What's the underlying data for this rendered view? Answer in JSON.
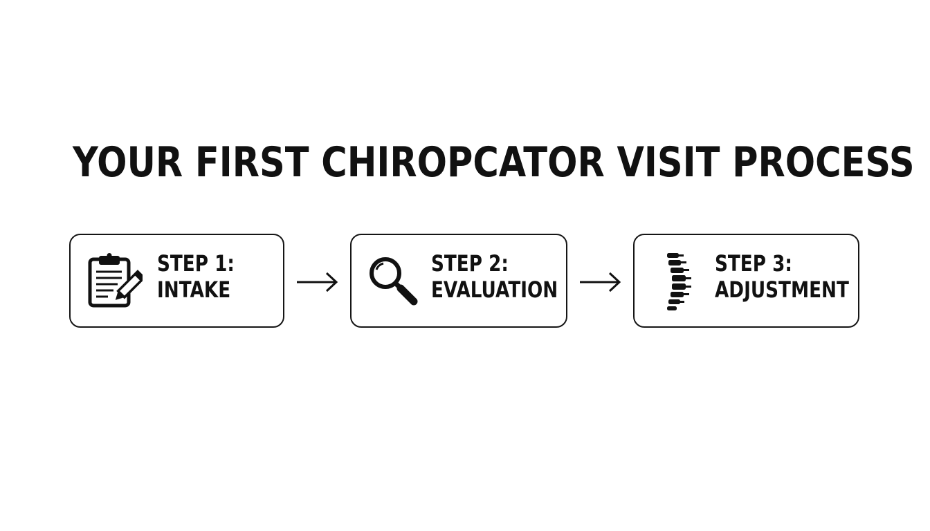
{
  "title": "YOUR FIRST CHIROPCATOR VISIT PROCESS",
  "steps": [
    {
      "number_label": "STEP 1:",
      "name": "INTAKE",
      "icon": "clipboard-pencil-icon"
    },
    {
      "number_label": "STEP 2:",
      "name": "EVALUATION",
      "icon": "magnifying-glass-icon"
    },
    {
      "number_label": "STEP 3:",
      "name": "ADJUSTMENT",
      "icon": "spine-icon"
    }
  ],
  "connectors": [
    "arrow-right-icon",
    "arrow-right-icon"
  ],
  "colors": {
    "ink": "#111111",
    "background": "#ffffff"
  }
}
